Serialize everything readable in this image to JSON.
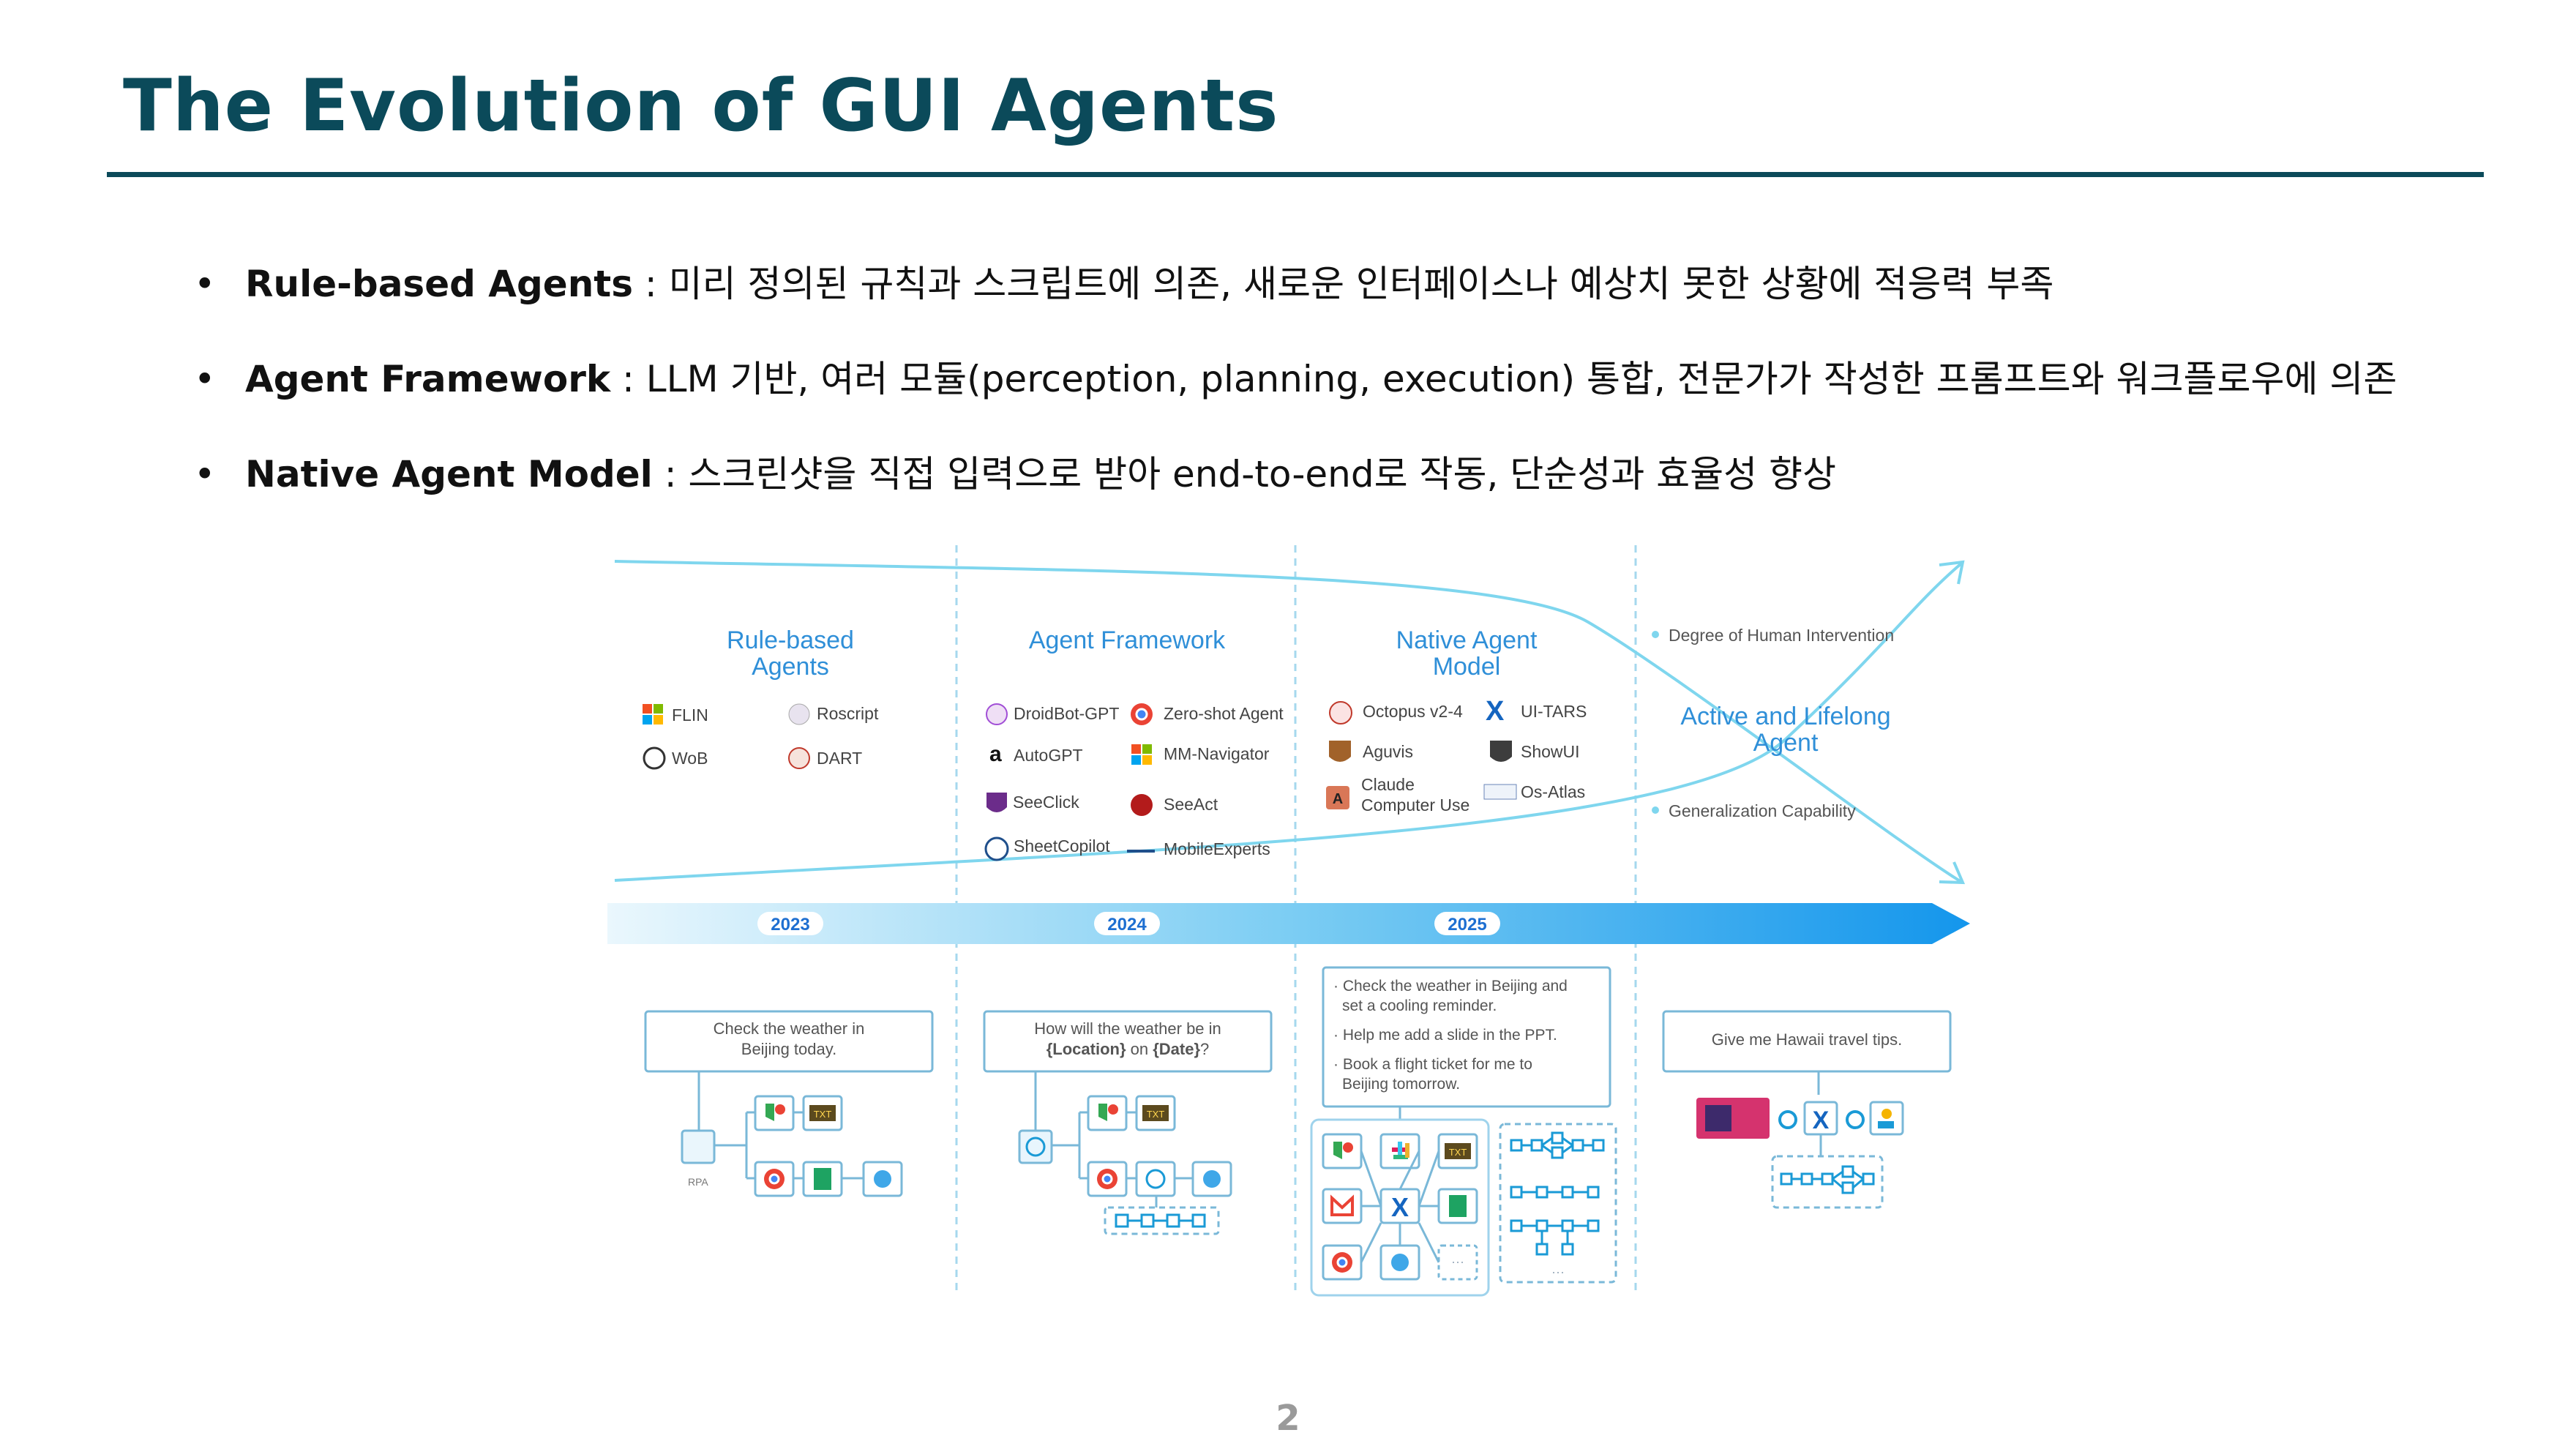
{
  "slide": {
    "title": "The Evolution of GUI Agents",
    "page_number": "2"
  },
  "bullets": [
    {
      "term": "Rule-based Agents",
      "text": " : 미리 정의된 규칙과 스크립트에 의존, 새로운 인터페이스나 예상치 못한 상황에 적응력 부족"
    },
    {
      "term": "Agent Framework",
      "text": " : LLM 기반, 여러 모듈(perception, planning, execution) 통합, 전문가가 작성한 프롬프트와 워크플로우에 의존"
    },
    {
      "term": "Native Agent Model",
      "text": " : 스크린샷을 직접 입력으로 받아 end-to-end로 작동, 단순성과 효율성 향상"
    }
  ],
  "bullet_marker": "•",
  "figure": {
    "stages": [
      {
        "line1": "Rule-based",
        "line2": "Agents"
      },
      {
        "line1": "Agent Framework",
        "line2": ""
      },
      {
        "line1": "Native Agent",
        "line2": "Model"
      },
      {
        "line1": "Active and Lifelong",
        "line2": "Agent"
      }
    ],
    "legend": {
      "human_intervention": "Degree of Human Intervention",
      "generalization": "Generalization Capability"
    },
    "years": [
      "2023",
      "2024",
      "2025"
    ],
    "rule_agents": [
      "FLIN",
      "Roscript",
      "WoB",
      "DART"
    ],
    "framework_agents": [
      "DroidBot-GPT",
      "Zero-shot Agent",
      "AutoGPT",
      "MM-Navigator",
      "SeeClick",
      "SeeAct",
      "SheetCopilot",
      "MobileExperts"
    ],
    "native_agents": [
      "Octopus v2-4",
      "UI-TARS",
      "Aguvis",
      "ShowUI",
      "Claude",
      "Computer Use",
      "Os-Atlas"
    ],
    "tasks": {
      "rule": [
        "Check the weather in",
        "Beijing today."
      ],
      "framework_line1": "How will the weather be in",
      "framework_loc": "{Location}",
      "framework_on": " on ",
      "framework_date": "{Date}",
      "framework_q": "?",
      "native": [
        "· Check the weather in Beijing and",
        "set a cooling reminder.",
        "· Help me add a slide in the PPT.",
        "· Book a flight ticket for me to",
        "Beijing tomorrow."
      ],
      "lifelong": "Give me Hawaii travel tips."
    },
    "icon_text": {
      "txt": "TXT",
      "ellipsis": "···",
      "small_label": "RPA"
    },
    "colors": {
      "title": "#0b4a5a",
      "stage_label": "#2f8fd8",
      "curve": "#7fd6ee",
      "arrow_start": "#e6f6fd",
      "arrow_end": "#1496ec",
      "box_border": "#7ab8d8",
      "divider": "#a6d8ee"
    }
  }
}
